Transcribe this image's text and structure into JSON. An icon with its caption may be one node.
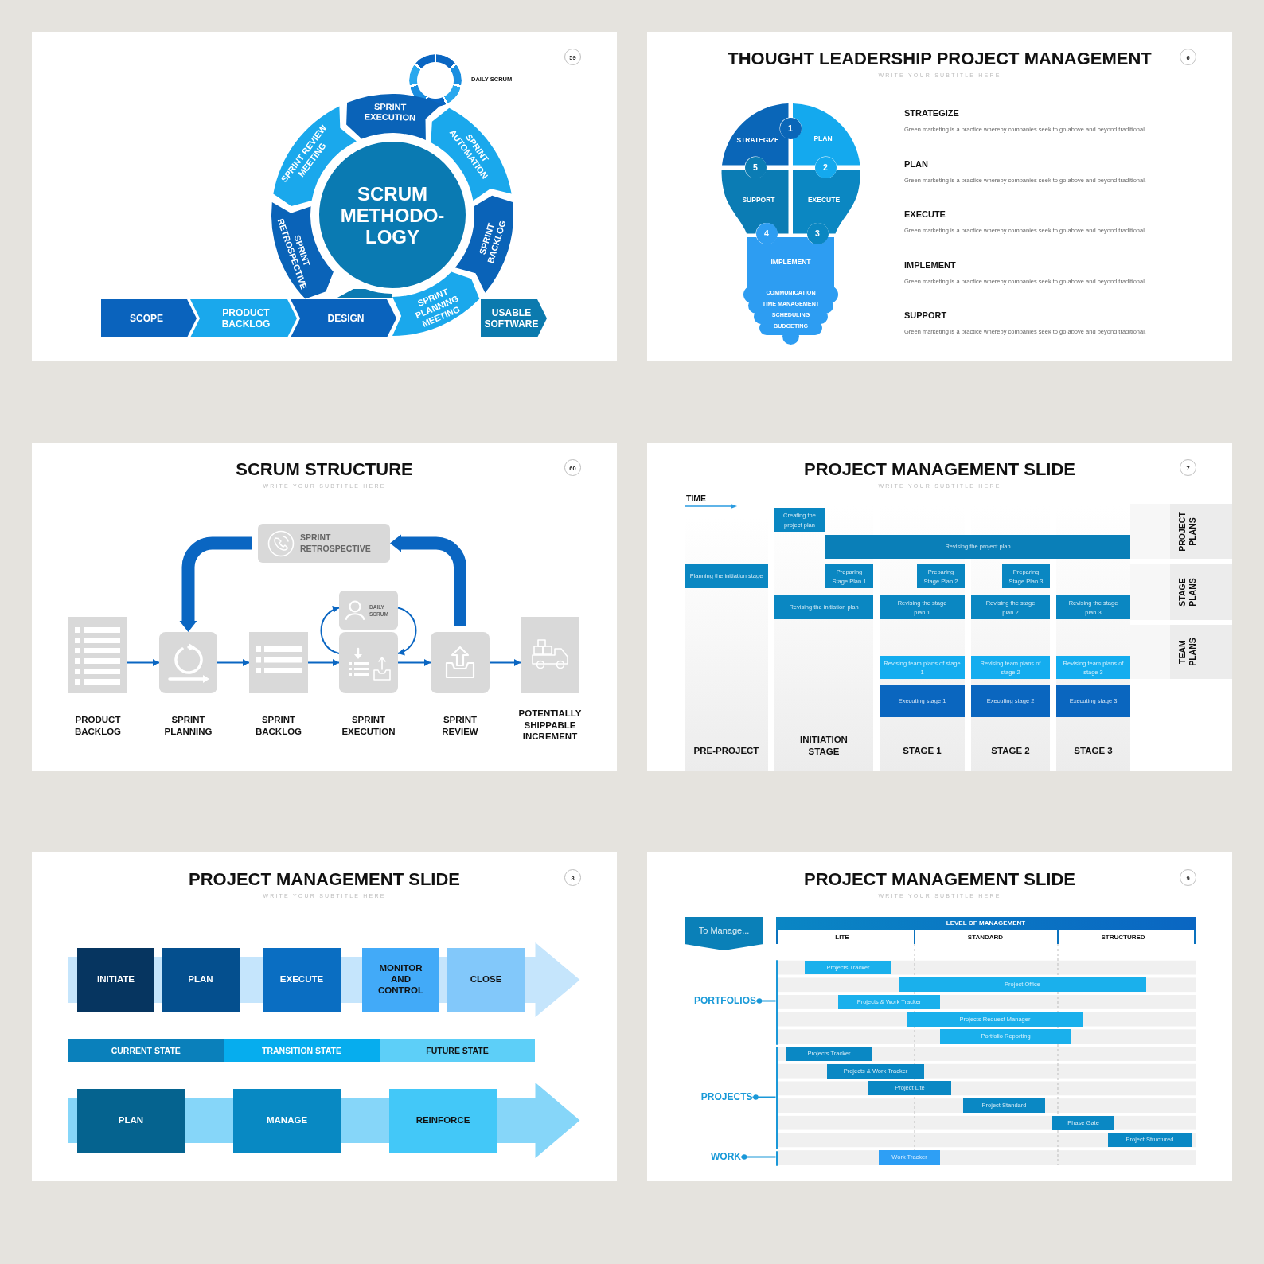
{
  "diagram": {
    "nodes": [
      {
        "text": [],
        "shape": "box"
      },
      {
        "text": [
          "59"
        ],
        "in": 0
      },
      {
        "text": [],
        "shape": "circle",
        "beside": [
          "DAILY SCRUM"
        ],
        "in": 0
      },
      {
        "text": [
          "SCRUM METHODO- LOGY"
        ],
        "in": 0
      },
      {
        "text": [
          "SPRINT EXECUTION"
        ],
        "in": 0
      },
      {
        "text": [
          "SPRINT AUTOMATION"
        ],
        "in": 0
      },
      {
        "text": [
          "SPRINT BACKLOG"
        ],
        "in": 0
      },
      {
        "text": [
          "SPRINT PLANNING MEETING"
        ],
        "in": 0
      },
      {
        "text": [
          "SPRINT RETROSPECTIVE"
        ],
        "in": 0
      },
      {
        "text": [
          "SPRINT REVIEW MEETING"
        ],
        "in": 0
      },
      {
        "text": [
          "SCOPE"
        ],
        "in": 0
      },
      {
        "text": [
          "PRODUCT BACKLOG"
        ],
        "in": 0
      },
      {
        "text": [
          "DESIGN"
        ],
        "in": 0
      },
      {
        "text": [
          "USABLE SOFTWARE"
        ],
        "in": 0
      },
      {
        "text": [
          "THOUGHT LEADERSHIP PROJECT MANAGEMENT",
          "WRITE YOUR SUBTITLE HERE"
        ]
      },
      {
        "text": [
          "6"
        ],
        "in": 14
      },
      {
        "text": [
          "STRATEGIZE"
        ],
        "in": 14
      },
      {
        "text": [
          "1"
        ],
        "in": 14
      },
      {
        "text": [
          "PLAN"
        ],
        "in": 14
      },
      {
        "text": [
          "2"
        ],
        "in": 14
      },
      {
        "text": [
          "SUPPORT"
        ],
        "in": 14
      },
      {
        "text": [
          "5"
        ],
        "in": 14
      },
      {
        "text": [
          "EXECUTE"
        ],
        "in": 14
      },
      {
        "text": [
          "3"
        ],
        "in": 14
      },
      {
        "text": [
          "IMPLEMENT",
          "COMMUNICATION",
          "TIME MANAGEMENT",
          "SCHEDULING",
          "BUDGETING"
        ],
        "in": 14
      },
      {
        "text": [
          "4"
        ],
        "in": 14
      },
      {
        "text": [
          "SCRUM STRUCTURE",
          "WRITE YOUR SUBTITLE HERE"
        ]
      },
      {
        "text": [
          "60"
        ],
        "in": 26
      },
      {
        "text": [
          "SPRINT RETROSPECTIVE"
        ],
        "in": 26
      },
      {
        "text": [
          "DAILY SCRUM"
        ],
        "in": 26
      },
      {
        "text": [
          "PRODUCT BACKLOG"
        ],
        "in": 26
      },
      {
        "text": [
          "SPRINT PLANNING"
        ],
        "in": 26
      },
      {
        "text": [
          "SPRINT BACKLOG"
        ],
        "in": 26
      },
      {
        "text": [
          "SPRINT EXECUTION"
        ],
        "in": 26
      },
      {
        "text": [
          "SPRINT REVIEW"
        ],
        "in": 26
      },
      {
        "text": [
          "POTENTIALLY SHIPPABLE INCREMENT"
        ],
        "in": 26
      },
      {
        "text": [
          "PROJECT MANAGEMENT SLIDE",
          "WRITE YOUR SUBTITLE HERE"
        ]
      },
      {
        "text": [
          "7"
        ],
        "in": 36
      },
      {
        "text": [
          "PROJECT PLANS"
        ],
        "in": 36
      },
      {
        "text": [
          "STAGE PLANS"
        ],
        "in": 36
      },
      {
        "text": [
          "TEAM PLANS"
        ],
        "in": 36
      },
      {
        "text": [
          "PRE-PROJECT"
        ],
        "in": 36
      },
      {
        "text": [
          "INITIATION STAGE"
        ],
        "in": 36
      },
      {
        "text": [
          "STAGE 1"
        ],
        "in": 36
      },
      {
        "text": [
          "STAGE 2"
        ],
        "in": 36
      },
      {
        "text": [
          "STAGE 3"
        ],
        "in": 36
      },
      {
        "text": [
          "Creating the project plan"
        ],
        "in": 42
      },
      {
        "text": [
          "Revising the project plan"
        ],
        "in": 36
      },
      {
        "text": [
          "Planning the initiation stage"
        ],
        "in": 41
      },
      {
        "text": [
          "Preparing Stage Plan 1"
        ],
        "in": 42
      },
      {
        "text": [
          "Preparing Stage Plan 2"
        ],
        "in": 43
      },
      {
        "text": [
          "Preparing Stage Plan 3"
        ],
        "in": 44
      },
      {
        "text": [
          "Revising the initiation plan"
        ],
        "in": 42
      },
      {
        "text": [
          "Revising the stage plan 1"
        ],
        "in": 43
      },
      {
        "text": [
          "Revising the stage plan 2"
        ],
        "in": 44
      },
      {
        "text": [
          "Revising the stage plan 3"
        ],
        "in": 45
      },
      {
        "text": [
          "Revising team plans of stage 1"
        ],
        "in": 43
      },
      {
        "text": [
          "Revising team plans of stage 2"
        ],
        "in": 44
      },
      {
        "text": [
          "Revising team plans of stage 3"
        ],
        "in": 45
      },
      {
        "text": [
          "Executing stage 1"
        ],
        "in": 43
      },
      {
        "text": [
          "Executing stage 2"
        ],
        "in": 44
      },
      {
        "text": [
          "Executing stage 3"
        ],
        "in": 45
      },
      {
        "text": [
          "PROJECT MANAGEMENT SLIDE",
          "WRITE YOUR SUBTITLE HERE"
        ]
      },
      {
        "text": [
          "8"
        ],
        "in": 62
      },
      {
        "text": [
          "INITIATE"
        ],
        "in": 62
      },
      {
        "text": [
          "PLAN"
        ],
        "in": 62
      },
      {
        "text": [
          "EXECUTE"
        ],
        "in": 62
      },
      {
        "text": [
          "MONITOR AND CONTROL"
        ],
        "in": 62
      },
      {
        "text": [
          "CLOSE"
        ],
        "in": 62
      },
      {
        "text": [
          "CURRENT STATE"
        ],
        "in": 62
      },
      {
        "text": [
          "TRANSITION STATE"
        ],
        "in": 62
      },
      {
        "text": [
          "FUTURE STATE"
        ],
        "in": 62
      },
      {
        "text": [
          "PLAN"
        ],
        "in": 62
      },
      {
        "text": [
          "MANAGE"
        ],
        "in": 62
      },
      {
        "text": [
          "REINFORCE"
        ],
        "in": 62
      },
      {
        "text": [
          "PROJECT MANAGEMENT SLIDE",
          "WRITE YOUR SUBTITLE HERE"
        ]
      },
      {
        "text": [
          "9"
        ],
        "in": 75
      },
      {
        "text": [
          "To Manage..."
        ],
        "in": 75
      },
      {
        "text": [
          "LEVEL OF MANAGEMENT",
          "LITE",
          "STANDARD",
          "STRUCTURED"
        ],
        "in": 75
      },
      {
        "text": [
          "PORTFOLIOS"
        ],
        "in": 75
      },
      {
        "text": [],
        "shape": "bar",
        "in": 75
      },
      {
        "text": [
          "PROJECTS"
        ],
        "in": 75
      },
      {
        "text": [],
        "shape": "bar",
        "in": 75
      },
      {
        "text": [
          "WORK"
        ],
        "in": 75
      },
      {
        "text": [],
        "shape": "bar",
        "in": 75
      },
      {
        "text": [
          "Projects Tracker"
        ],
        "in": 75
      },
      {
        "text": [
          "Project Office"
        ],
        "in": 75
      },
      {
        "text": [
          "Projects & Work Tracker"
        ],
        "in": 75
      },
      {
        "text": [
          "Projects Request Manager"
        ],
        "in": 75
      },
      {
        "text": [
          "Portfolio Reporting"
        ],
        "in": 75
      },
      {
        "text": [
          "Projects Tracker"
        ],
        "in": 75
      },
      {
        "text": [
          "Projects & Work Tracker"
        ],
        "in": 75
      },
      {
        "text": [
          "Project Lite"
        ],
        "in": 75
      },
      {
        "text": [
          "Project Standard"
        ],
        "in": 75
      },
      {
        "text": [
          "Phase Gate"
        ],
        "in": 75
      },
      {
        "text": [
          "Project Structured"
        ],
        "in": 75
      },
      {
        "text": [
          "Work Tracker"
        ],
        "in": 75
      },
      {
        "text": [],
        "shape": "wedge",
        "in": 0
      }
    ],
    "edges": [
      {
        "from": 30,
        "to": 31,
        "arrow": "to"
      },
      {
        "from": 31,
        "to": 32,
        "arrow": "to"
      },
      {
        "from": 32,
        "to": 33,
        "arrow": "to"
      },
      {
        "from": 33,
        "to": 34,
        "arrow": "to"
      },
      {
        "from": 34,
        "to": 35,
        "arrow": "to"
      },
      {
        "from": 34,
        "to": 28,
        "arrow": "to",
        "style": "thick"
      },
      {
        "from": 28,
        "to": 31,
        "arrow": "to",
        "style": "thick"
      },
      {
        "from": 33,
        "to": 29,
        "arrow": "to"
      },
      {
        "from": 29,
        "to": 33,
        "arrow": "to"
      },
      {
        "from": 79,
        "to": 80,
        "arrow": "other",
        "color": "#1a98d8"
      },
      {
        "from": 81,
        "to": 82,
        "arrow": "other",
        "color": "#1a98d8"
      },
      {
        "from": 83,
        "to": 84,
        "arrow": "other",
        "color": "#1a98d8"
      }
    ],
    "labels": [
      "STRATEGIZE",
      "Green marketing is a practice whereby companies seek to go above and beyond traditional.",
      "PLAN",
      "Green marketing is a practice whereby companies seek to go above and beyond traditional.",
      "EXECUTE",
      "Green marketing is a practice whereby companies seek to go above and beyond traditional.",
      "IMPLEMENT",
      "Green marketing is a practice whereby companies seek to go above and beyond traditional.",
      "SUPPORT",
      "Green marketing is a practice whereby companies seek to go above and beyond traditional.",
      "TIME"
    ]
  }
}
